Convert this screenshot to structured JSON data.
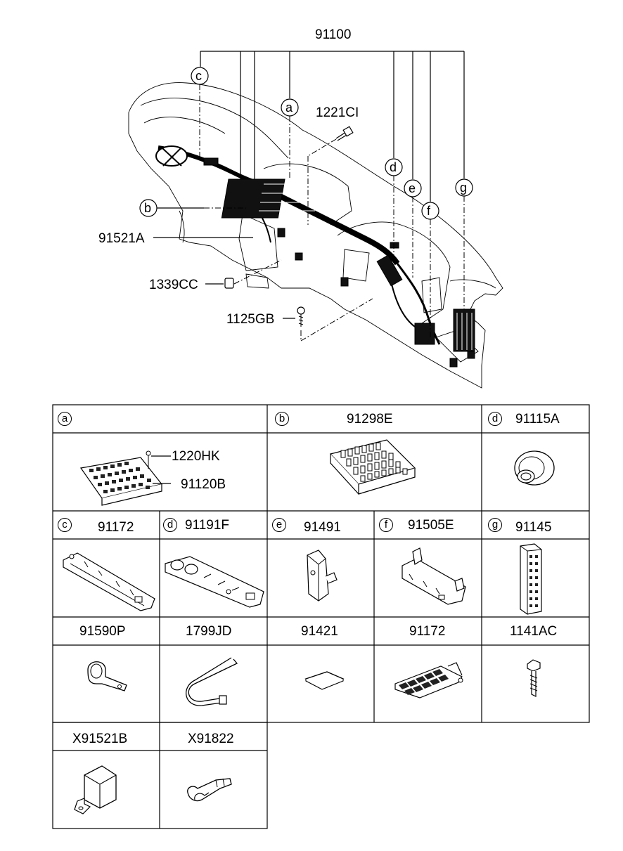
{
  "main_diagram": {
    "harness_number": "91100",
    "callouts": [
      "a",
      "b",
      "c",
      "d",
      "e",
      "f",
      "g"
    ],
    "part_labels": {
      "bolt_top": "1221CI",
      "connector_left": "91521A",
      "nut": "1339CC",
      "screw": "1125GB"
    }
  },
  "parts_table": {
    "row1": [
      {
        "badge": "a",
        "number": "",
        "sub_labels": [
          "1220HK",
          "91120B"
        ],
        "icon": "junction-box-icon"
      },
      {
        "badge": "b",
        "number": "91298E",
        "icon": "fuse-block-icon"
      },
      {
        "badge": "d",
        "number": "91115A",
        "icon": "grommet-icon"
      }
    ],
    "row2": [
      {
        "badge": "c",
        "number": "91172",
        "icon": "long-bracket-icon"
      },
      {
        "badge": "d",
        "number": "91191F",
        "icon": "clip-bracket-icon"
      },
      {
        "badge": "e",
        "number": "91491",
        "icon": "connector-bracket-icon"
      },
      {
        "badge": "f",
        "number": "91505E",
        "icon": "mounting-bracket-icon"
      },
      {
        "badge": "g",
        "number": "91145",
        "icon": "tall-connector-icon"
      }
    ],
    "row3": [
      {
        "number": "91590P",
        "icon": "pipe-clamp-icon"
      },
      {
        "number": "1799JD",
        "icon": "cable-tie-icon"
      },
      {
        "number": "91421",
        "icon": "pad-icon"
      },
      {
        "number": "91172",
        "icon": "connector-holder-icon"
      },
      {
        "number": "1141AC",
        "icon": "bolt-icon"
      }
    ],
    "row4": [
      {
        "number": "X91521B",
        "icon": "relay-icon"
      },
      {
        "number": "X91822",
        "icon": "terminal-icon"
      }
    ]
  }
}
